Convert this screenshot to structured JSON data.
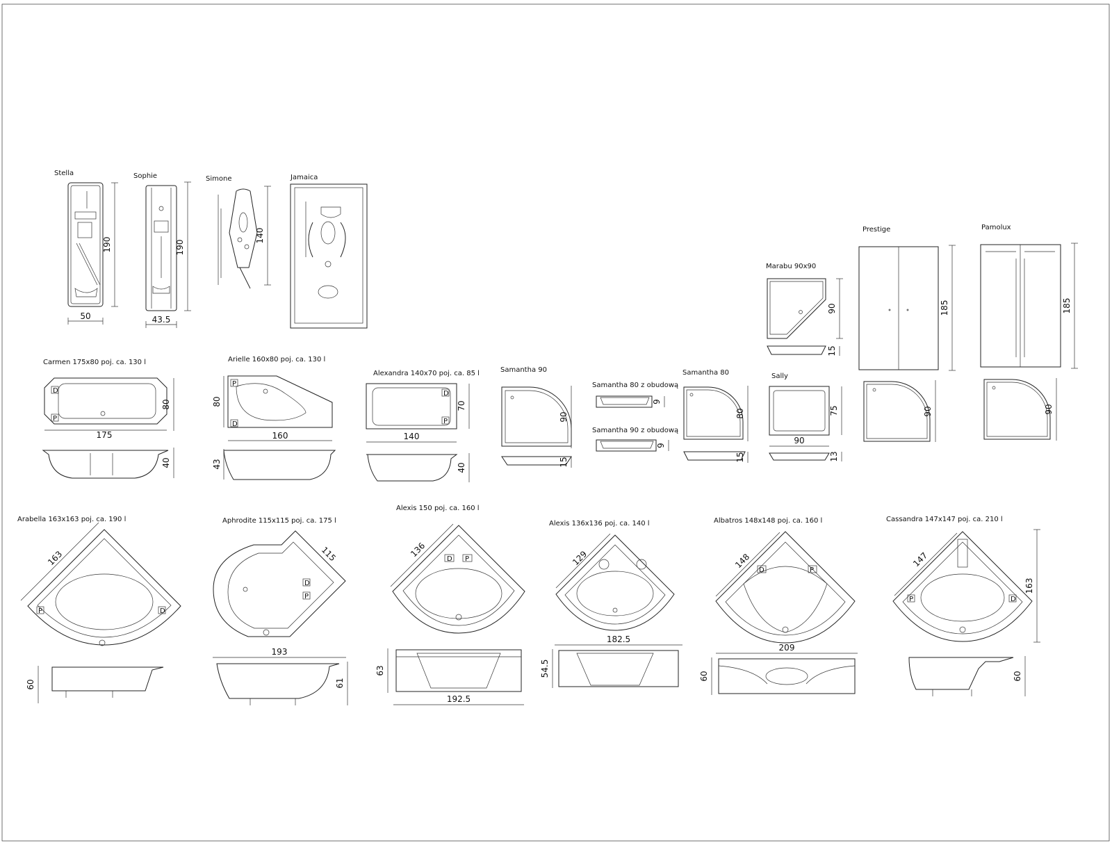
{
  "labels": {
    "stella": "Stella",
    "sophie": "Sophie",
    "simone": "Simone",
    "jamaica": "Jamaica",
    "prestige": "Prestige",
    "pamolux": "Pamolux",
    "marabu": "Marabu 90x90",
    "carmen": "Carmen 175x80  poj. ca. 130 l",
    "arielle": "Arielle 160x80  poj. ca. 130 l",
    "alexandra": "Alexandra 140x70  poj. ca. 85 l",
    "samantha90": "Samantha 90",
    "samantha80z": "Samantha 80 z obudową",
    "samantha90z": "Samantha 90 z obudową",
    "samantha80": "Samantha 80",
    "sally": "Sally",
    "arabella": "Arabella 163x163  poj. ca. 190 l",
    "aphrodite": "Aphrodite 115x115  poj. ca. 175 l",
    "alexis150": "Alexis 150  poj. ca. 160 l",
    "alexis136": "Alexis 136x136  poj. ca. 140 l",
    "albatros": "Albatros 148x148 poj. ca. 160 l",
    "cassandra": "Cassandra 147x147  poj. ca. 210 l"
  },
  "dims": {
    "stella_h": "190",
    "stella_w": "50",
    "sophie_h": "190",
    "sophie_w": "43.5",
    "simone_h": "140",
    "marabu_h": "90",
    "marabu_base": "15",
    "prestige_h": "185",
    "prestige_tray": "90",
    "pamolux_h": "185",
    "pamolux_tray": "90",
    "carmen_w": "175",
    "carmen_h": "80",
    "carmen_side": "40",
    "arielle_w": "160",
    "arielle_h": "80",
    "arielle_side": "43",
    "alexandra_w": "140",
    "alexandra_h": "70",
    "alexandra_side": "40",
    "samantha90_h": "90",
    "samantha90_base": "15",
    "samantha80z_h": "9",
    "samantha90z_h": "9",
    "samantha80_h": "80",
    "samantha80_base": "15",
    "sally_w": "90",
    "sally_h": "75",
    "sally_base": "13",
    "arabella_diag": "163",
    "arabella_side": "60",
    "aphrodite_diag": "115",
    "aphrodite_w": "193",
    "aphrodite_side": "61",
    "alexis150_diag": "136",
    "alexis150_side": "63",
    "alexis150_w": "192.5",
    "alexis136_diag": "129",
    "alexis136_w": "182.5",
    "alexis136_side": "54.5",
    "albatros_diag": "148",
    "albatros_w": "209",
    "albatros_side": "60",
    "cassandra_diag": "147",
    "cassandra_h": "163",
    "cassandra_side": "60"
  },
  "markers": {
    "d": "D",
    "p": "P"
  }
}
